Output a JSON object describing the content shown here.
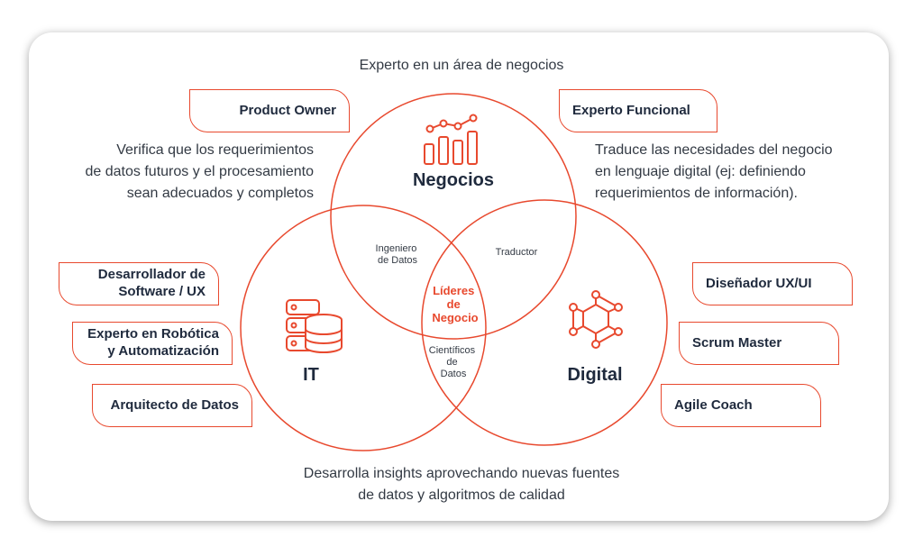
{
  "top_caption": "Experto en un área de negocios",
  "bottom_caption_line1": "Desarrolla insights aprovechando nuevas fuentes",
  "bottom_caption_line2": "de datos y algoritmos de calidad",
  "left_description": [
    "Verifica que los requerimientos",
    "de datos futuros y el procesamiento",
    "sean adecuados y completos"
  ],
  "right_description": [
    "Traduce las necesidades del negocio",
    "en lenguaje digital (ej: definiendo",
    "requerimientos de información)."
  ],
  "circles": {
    "business": {
      "label": "Negocios",
      "icon": "bar-chart-icon"
    },
    "it": {
      "label": "IT",
      "icon": "database-server-icon"
    },
    "digital": {
      "label": "Digital",
      "icon": "network-hexagon-icon"
    }
  },
  "intersections": {
    "business_it": [
      "Ingeniero",
      "de Datos"
    ],
    "business_digital": [
      "Traductor"
    ],
    "it_digital": [
      "Científicos",
      "de",
      "Datos"
    ],
    "center": [
      "Líderes",
      "de",
      "Negocio"
    ]
  },
  "left_roles": [
    {
      "id": "product-owner",
      "lines": [
        "Product Owner"
      ]
    },
    {
      "id": "software-ux",
      "lines": [
        "Desarrollador de",
        "Software / UX"
      ]
    },
    {
      "id": "robotics",
      "lines": [
        "Experto en Robótica",
        "y Automatización"
      ]
    },
    {
      "id": "data-architect",
      "lines": [
        "Arquitecto de Datos"
      ]
    }
  ],
  "right_roles": [
    {
      "id": "functional-expert",
      "lines": [
        "Experto Funcional"
      ]
    },
    {
      "id": "ux-ui-designer",
      "lines": [
        "Diseñador UX/UI"
      ]
    },
    {
      "id": "scrum-master",
      "lines": [
        "Scrum Master"
      ]
    },
    {
      "id": "agile-coach",
      "lines": [
        "Agile Coach"
      ]
    }
  ],
  "colors": {
    "accent": "#e8492e",
    "text": "#1f2a3d"
  }
}
